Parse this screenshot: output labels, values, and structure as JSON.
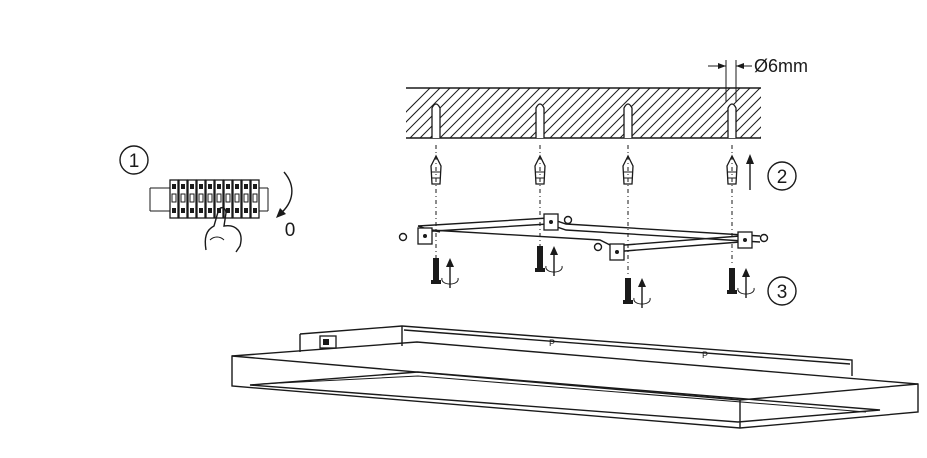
{
  "steps": {
    "step1": "1",
    "step2": "2",
    "step3": "3"
  },
  "breaker_label": "0",
  "drill_diameter": "Ø6mm"
}
